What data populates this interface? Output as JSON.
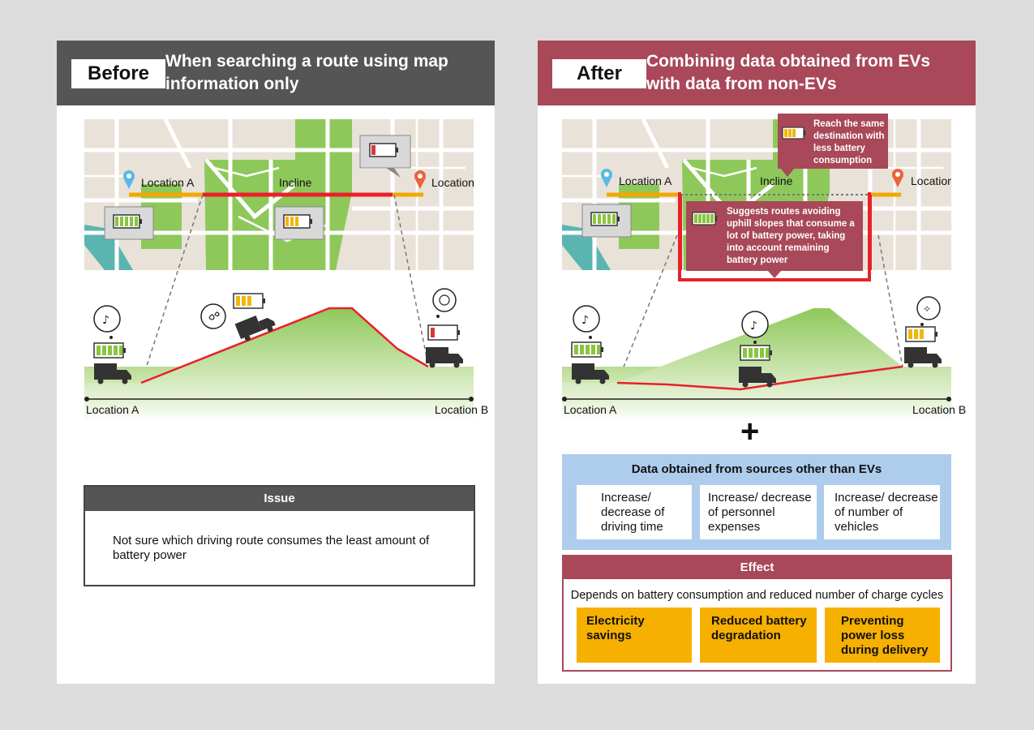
{
  "before": {
    "tag": "Before",
    "title": "When searching a route using map information only",
    "map": {
      "location_a": "Location A",
      "location_b": "Location B",
      "incline": "Incline"
    },
    "profile": {
      "location_a": "Location A",
      "location_b": "Location B"
    },
    "issue": {
      "heading": "Issue",
      "text": "Not sure which driving route consumes the least amount of battery power"
    }
  },
  "after": {
    "tag": "After",
    "title": "Combining data obtained from EVs with data from non-EVs",
    "map": {
      "location_a": "Location A",
      "location_b": "Location B",
      "incline": "Incline"
    },
    "callout_top": "Reach the same destination with less battery consumption",
    "callout_mid": "Suggests routes avoiding uphill slopes that consume a lot of battery power, taking into account remaining battery power",
    "profile": {
      "location_a": "Location A",
      "location_b": "Location B"
    },
    "plus": "+",
    "sources": {
      "title": "Data obtained from sources other than EVs",
      "items": [
        "Increase/ decrease of driving time",
        "Increase/ decrease of personnel expenses",
        "Increase/ decrease of number of vehicles"
      ]
    },
    "effect": {
      "heading": "Effect",
      "subtitle": "Depends on battery consumption and reduced number of charge cycles",
      "items": [
        "Electricity savings",
        "Reduced battery degradation",
        "Preventing power loss during delivery"
      ]
    }
  },
  "colors": {
    "before_header": "#555555",
    "after_header": "#a84858",
    "route_red": "#e8202a",
    "route_orange": "#f2a800",
    "battery_green": "#8bc43f",
    "battery_yellow": "#f2b705",
    "battery_red": "#d83a34",
    "effect_orange": "#f6b000",
    "source_blue": "#aecdec"
  }
}
